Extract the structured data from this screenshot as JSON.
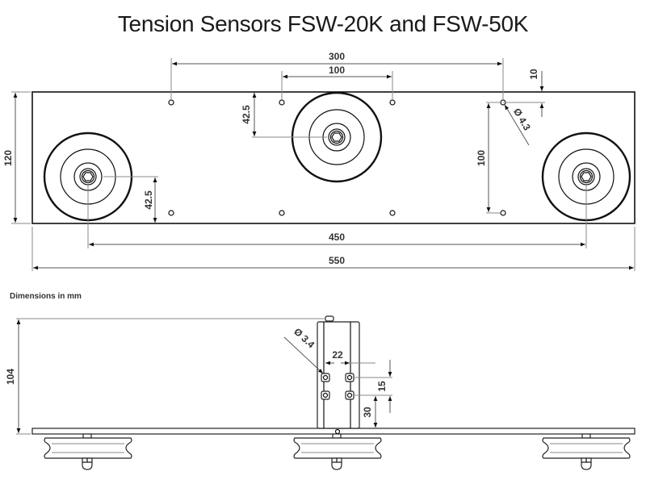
{
  "title": "Tension Sensors FSW-20K and FSW-50K",
  "note": "Dimensions in mm",
  "top_view": {
    "dimensions": {
      "mount_hole_spacing_outer": "300",
      "mount_hole_spacing_inner": "100",
      "hole_edge_offset": "10",
      "hole_diameter": "Ø 4.3",
      "hole_vertical_spacing": "100",
      "plate_height": "120",
      "wheel_center_offset_left": "42.5",
      "wheel_center_offset_center": "42.5",
      "wheel_spacing": "450",
      "plate_length": "550"
    }
  },
  "side_view": {
    "dimensions": {
      "overall_height": "104",
      "screw_hole_diameter": "Ø 3.4",
      "screw_hole_horizontal_spacing": "22",
      "screw_hole_vertical_spacing": "15",
      "screw_hole_base_offset": "30"
    }
  }
}
